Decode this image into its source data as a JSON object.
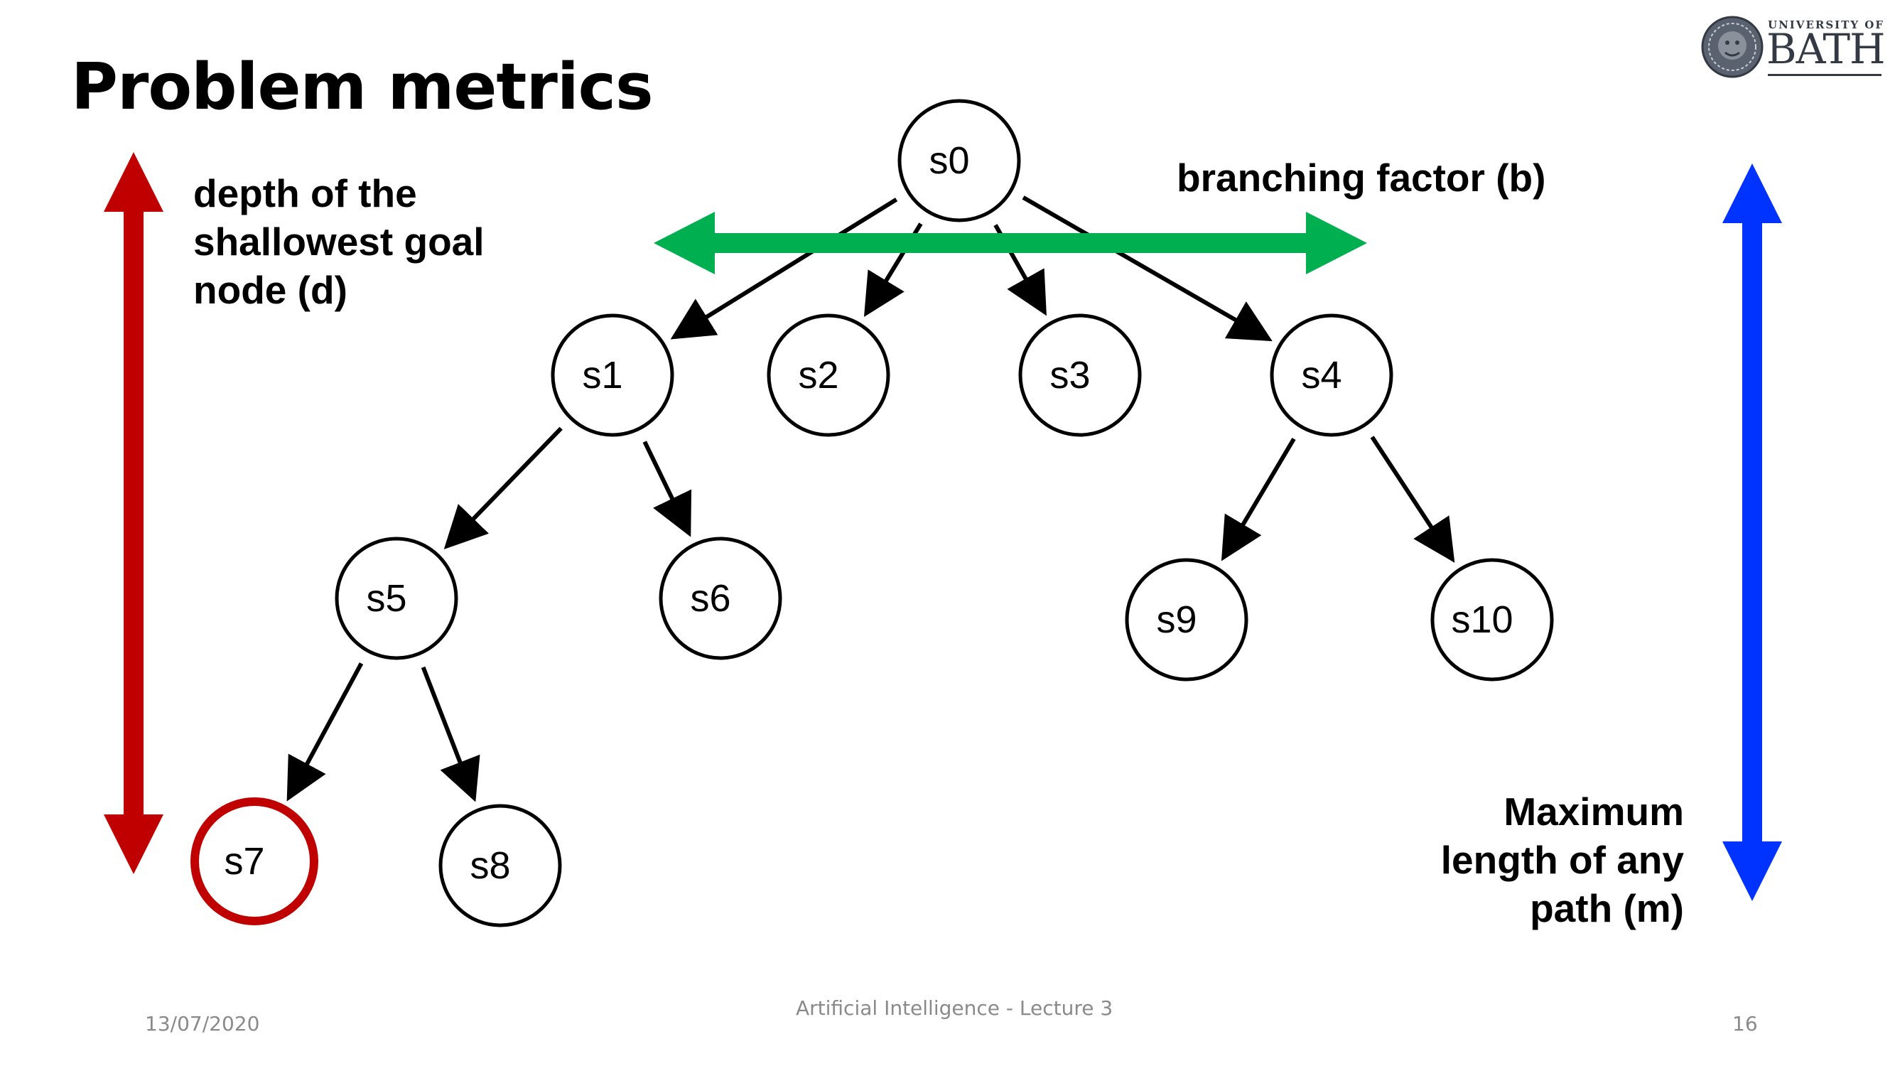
{
  "slide": {
    "title": "Problem metrics",
    "footer": {
      "date": "13/07/2020",
      "course": "Artificial Intelligence - Lecture 3",
      "page_number": "16"
    },
    "logo": {
      "line1": "UNIVERSITY OF",
      "line2": "BATH",
      "icon": "university-crest-icon"
    }
  },
  "annotations": {
    "depth_label": "depth of the shallowest goal node (d)",
    "branching_label": "branching factor (b)",
    "max_length_label": "Maximum length of any path (m)"
  },
  "colors": {
    "depth_arrow": "#c00000",
    "branching_arrow": "#00b050",
    "max_length_arrow": "#0033ff",
    "goal_node_outline": "#c00000",
    "node_outline": "#000000"
  },
  "tree": {
    "nodes": [
      {
        "id": "s0",
        "label": "s0"
      },
      {
        "id": "s1",
        "label": "s1"
      },
      {
        "id": "s2",
        "label": "s2"
      },
      {
        "id": "s3",
        "label": "s3"
      },
      {
        "id": "s4",
        "label": "s4"
      },
      {
        "id": "s5",
        "label": "s5"
      },
      {
        "id": "s6",
        "label": "s6"
      },
      {
        "id": "s7",
        "label": "s7",
        "goal": true
      },
      {
        "id": "s8",
        "label": "s8"
      },
      {
        "id": "s9",
        "label": "s9"
      },
      {
        "id": "s10",
        "label": "s10"
      }
    ],
    "edges": [
      {
        "from": "s0",
        "to": "s1"
      },
      {
        "from": "s0",
        "to": "s2"
      },
      {
        "from": "s0",
        "to": "s3"
      },
      {
        "from": "s0",
        "to": "s4"
      },
      {
        "from": "s1",
        "to": "s5"
      },
      {
        "from": "s1",
        "to": "s6"
      },
      {
        "from": "s5",
        "to": "s7"
      },
      {
        "from": "s5",
        "to": "s8"
      },
      {
        "from": "s4",
        "to": "s9"
      },
      {
        "from": "s4",
        "to": "s10"
      }
    ]
  }
}
